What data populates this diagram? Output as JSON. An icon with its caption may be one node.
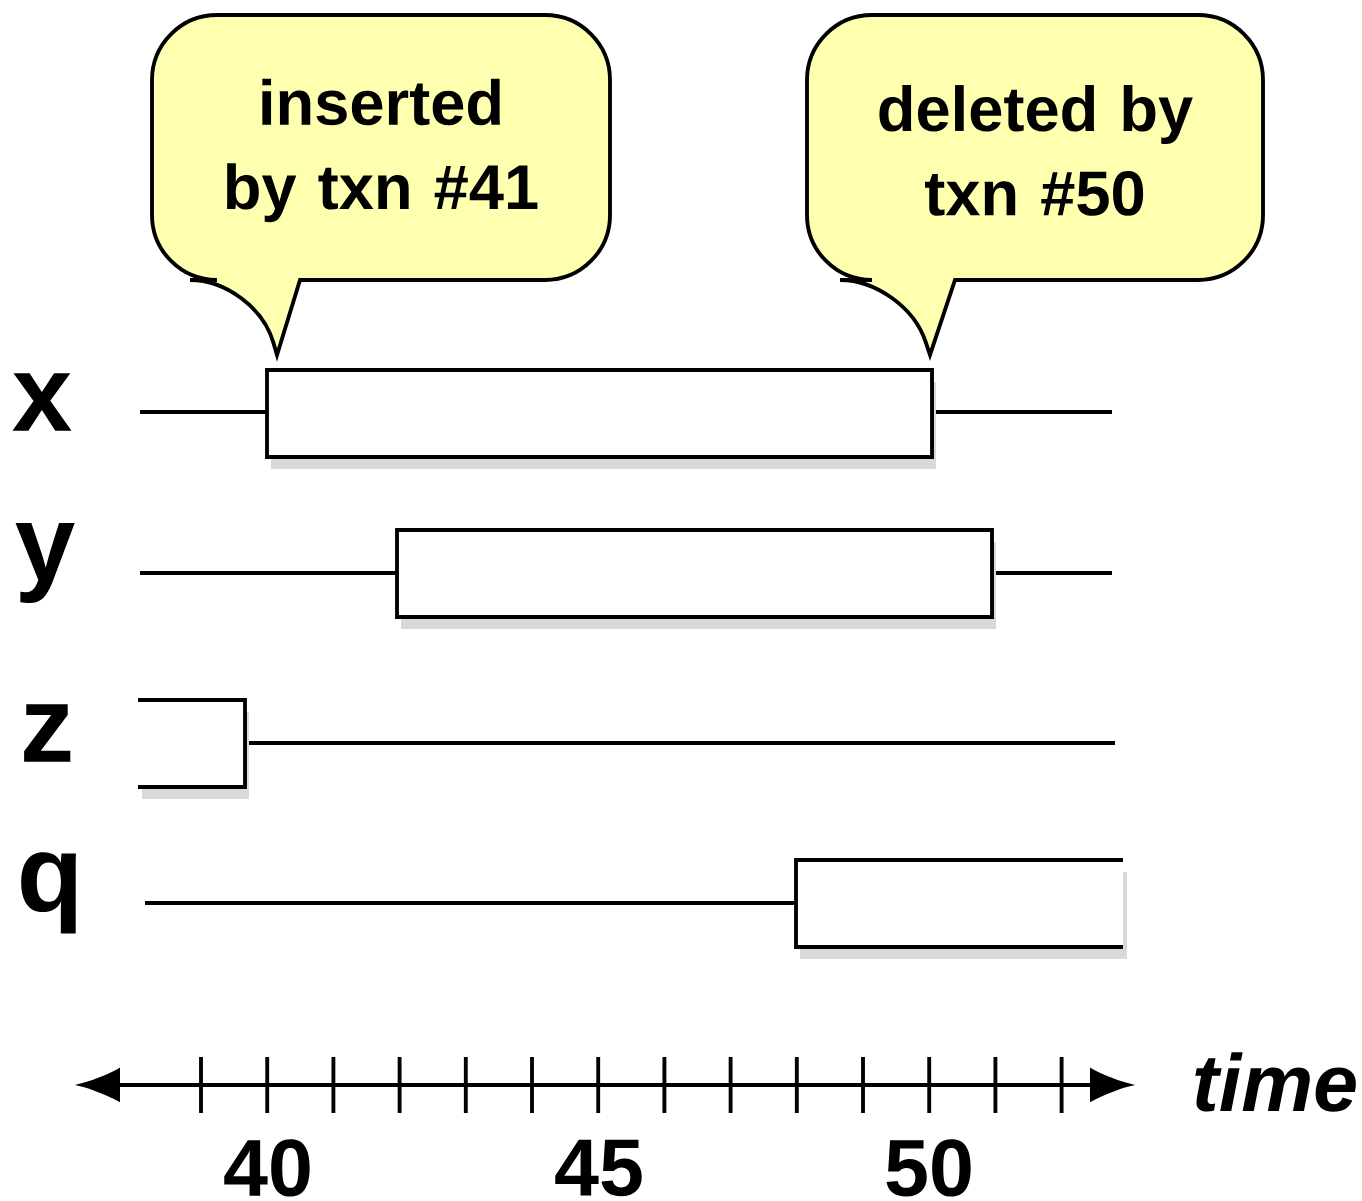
{
  "diagram": {
    "nodes": [
      {
        "text": [
          "inserted by txn #41"
        ]
      },
      {
        "text": [
          "deleted by txn #50"
        ]
      },
      {
        "text": [],
        "shape": "box"
      },
      {
        "text": [],
        "shape": "box"
      },
      {
        "text": [],
        "shape": "box"
      },
      {
        "text": [],
        "shape": "box"
      }
    ],
    "labels": [
      "x",
      "y",
      "z",
      "q",
      "40",
      "45",
      "50",
      "time"
    ]
  }
}
